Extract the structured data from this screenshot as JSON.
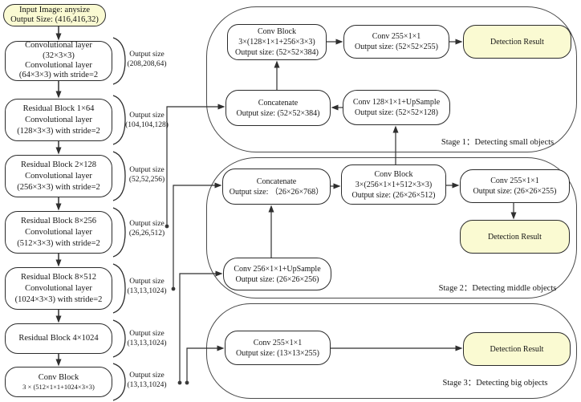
{
  "colors": {
    "highlight_yellow": "#fafad2",
    "line": "#2f2f2f",
    "border": "#2b2b2b"
  },
  "input_box": {
    "l1": "Input Image: anysize",
    "l2": "Output Size: (416,416,32)"
  },
  "backbone_blocks": [
    {
      "l1": "Convolutional layer",
      "l2": "(32×3×3)",
      "l3": "Convolutional layer",
      "l4": "(64×3×3) with stride=2"
    },
    {
      "l1": "Residual Block 1×64",
      "l2": "Convolutional layer",
      "l3": "(128×3×3) with stride=2"
    },
    {
      "l1": "Residual Block 2×128",
      "l2": "Convolutional layer",
      "l3": "(256×3×3) with stride=2"
    },
    {
      "l1": "Residual Block 8×256",
      "l2": "Convolutional layer",
      "l3": "(512×3×3) with stride=2"
    },
    {
      "l1": "Residual Block 8×512",
      "l2": "Convolutional layer",
      "l3": "(1024×3×3) with stride=2"
    },
    {
      "l1": "Residual Block 4×1024"
    },
    {
      "l1": "Conv Block",
      "l2": "3 × (512×1×1+1024×3×3)"
    }
  ],
  "output_labels": [
    {
      "t": "Output size",
      "v": "(208,208,64)"
    },
    {
      "t": "Output size",
      "v": "(104,104,128)"
    },
    {
      "t": "Output size",
      "v": "(52,52,256)"
    },
    {
      "t": "Output size",
      "v": "(26,26,512)"
    },
    {
      "t": "Output size",
      "v": "(13,13,1024)"
    },
    {
      "t": "Output size",
      "v": "(13,13,1024)"
    },
    {
      "t": "Output size",
      "v": "(13,13,1024)"
    }
  ],
  "stage1": {
    "label": "Stage 1：Detecting small objects",
    "conv_block": {
      "l1": "Conv Block",
      "l2": "3×(128×1×1+256×3×3)",
      "l3": "Output size: (52×52×384)"
    },
    "conv255": {
      "l1": "Conv 255×1×1",
      "l2": "Output size: (52×52×255)"
    },
    "detection": "Detection Result",
    "concat": {
      "l1": "Concatenate",
      "l2": "Output size: (52×52×384)"
    },
    "upsample": {
      "l1": "Conv 128×1×1+UpSample",
      "l2": "Output size: (52×52×128)"
    }
  },
  "stage2": {
    "label": "Stage 2：Detecting middle objects",
    "concat": {
      "l1": "Concatenate",
      "l2": "Output size: （26×26×768）"
    },
    "conv_block": {
      "l1": "Conv Block",
      "l2": "3×(256×1×1+512×3×3)",
      "l3": "Output size: (26×26×512)"
    },
    "conv255": {
      "l1": "Conv 255×1×1",
      "l2": "Output size: (26×26×255)"
    },
    "detection": "Detection Result",
    "upsample": {
      "l1": "Conv 256×1×1+UpSample",
      "l2": "Output size: (26×26×256)"
    }
  },
  "stage3": {
    "label": "Stage 3：Detecting big objects",
    "conv255": {
      "l1": "Conv 255×1×1",
      "l2": "Output size: (13×13×255)"
    },
    "detection": "Detection Result"
  }
}
